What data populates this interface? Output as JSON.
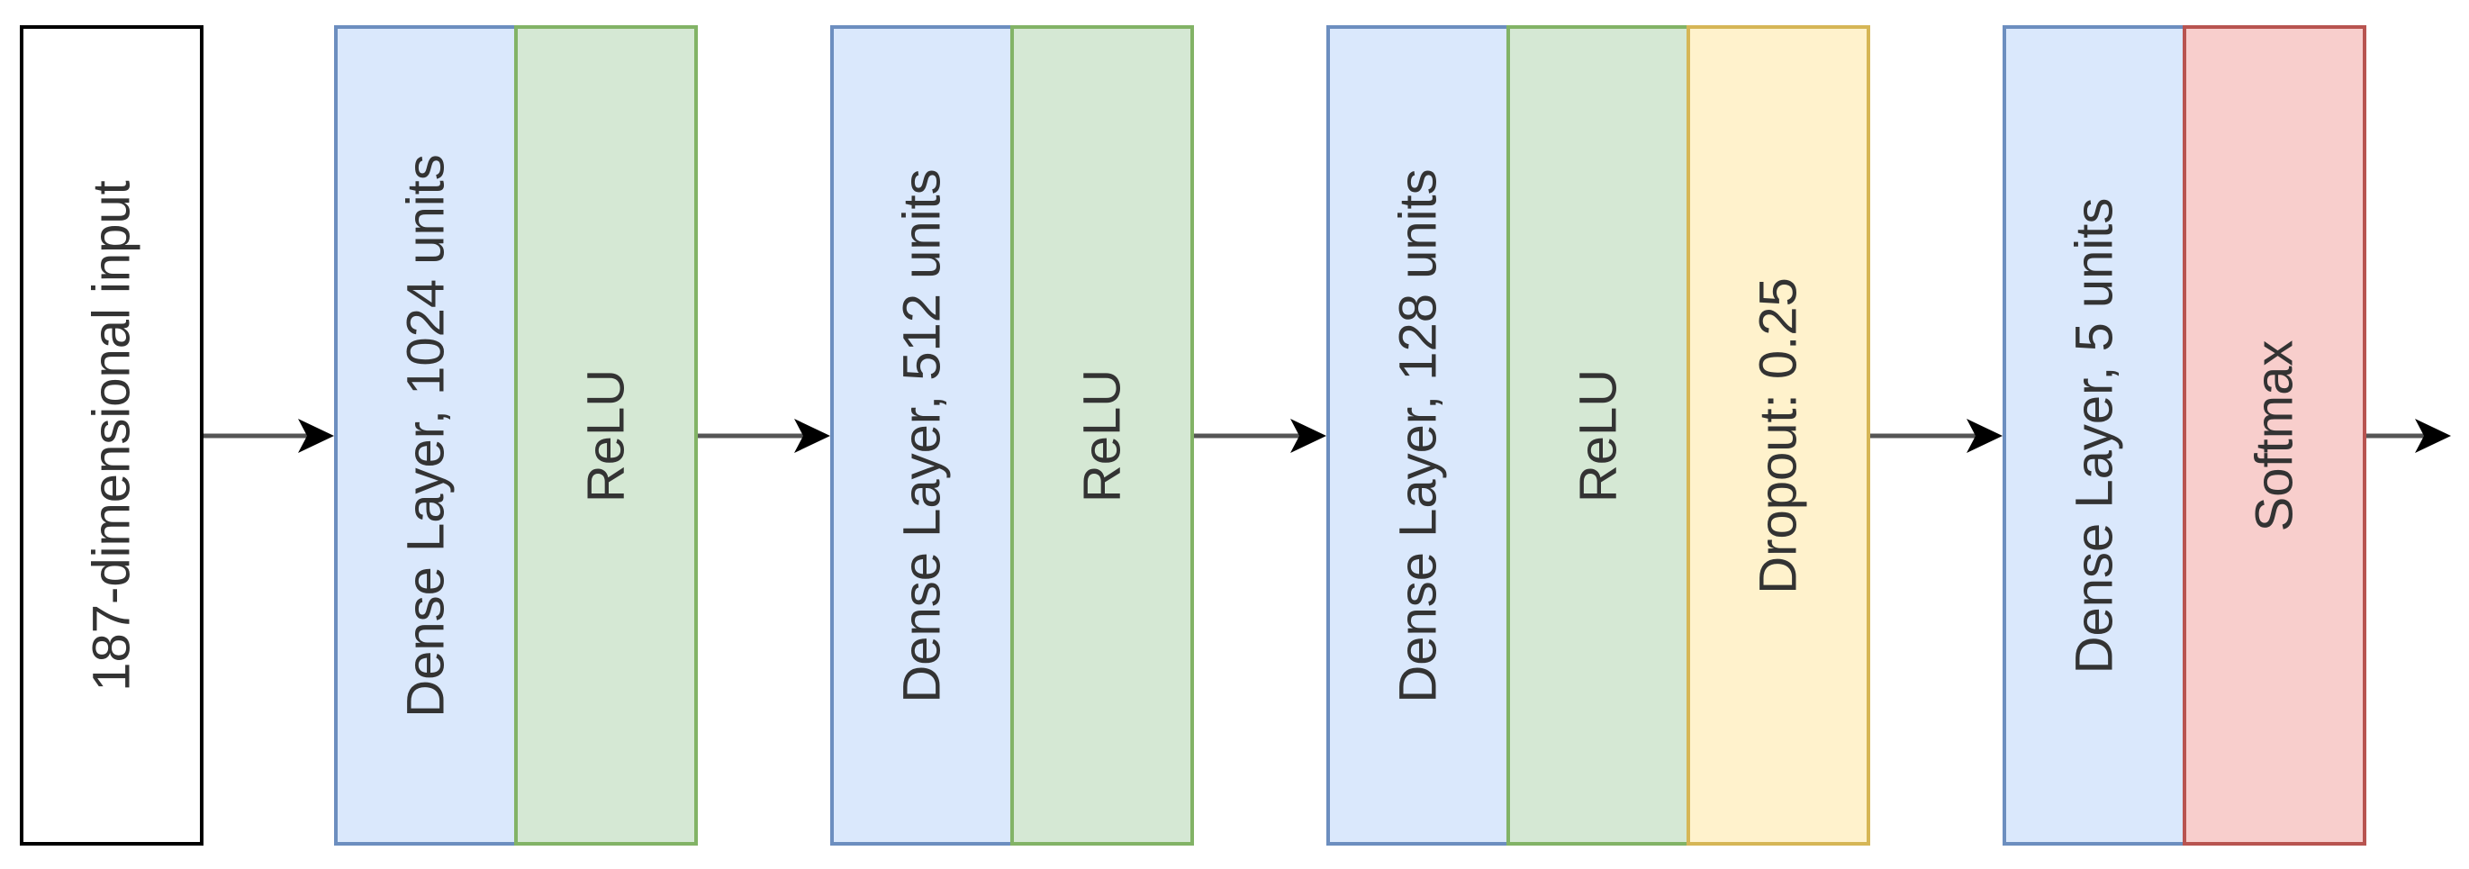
{
  "diagram": {
    "nodes": [
      {
        "id": "input",
        "label": "187-dimensional input",
        "fill": "#ffffff",
        "stroke": "#000000"
      },
      {
        "id": "dense1",
        "label": "Dense Layer, 1024 units",
        "fill": "#dae8fc",
        "stroke": "#6c8ebf"
      },
      {
        "id": "relu1",
        "label": "ReLU",
        "fill": "#d5e8d4",
        "stroke": "#82b366"
      },
      {
        "id": "dense2",
        "label": "Dense Layer, 512 units",
        "fill": "#dae8fc",
        "stroke": "#6c8ebf"
      },
      {
        "id": "relu2",
        "label": "ReLU",
        "fill": "#d5e8d4",
        "stroke": "#82b366"
      },
      {
        "id": "dense3",
        "label": "Dense Layer, 128 units",
        "fill": "#dae8fc",
        "stroke": "#6c8ebf"
      },
      {
        "id": "relu3",
        "label": "ReLU",
        "fill": "#d5e8d4",
        "stroke": "#82b366"
      },
      {
        "id": "dropout",
        "label": "Dropout: 0.25",
        "fill": "#fff2cc",
        "stroke": "#d6b656"
      },
      {
        "id": "dense4",
        "label": "Dense Layer, 5 units",
        "fill": "#dae8fc",
        "stroke": "#6c8ebf"
      },
      {
        "id": "softmax",
        "label": "Softmax",
        "fill": "#f8cecc",
        "stroke": "#b85450"
      }
    ],
    "edges": [
      {
        "from": "input",
        "to": "dense1"
      },
      {
        "from": "relu1",
        "to": "dense2"
      },
      {
        "from": "relu2",
        "to": "dense3"
      },
      {
        "from": "dropout",
        "to": "dense4"
      },
      {
        "from": "softmax",
        "to": "output"
      }
    ]
  }
}
